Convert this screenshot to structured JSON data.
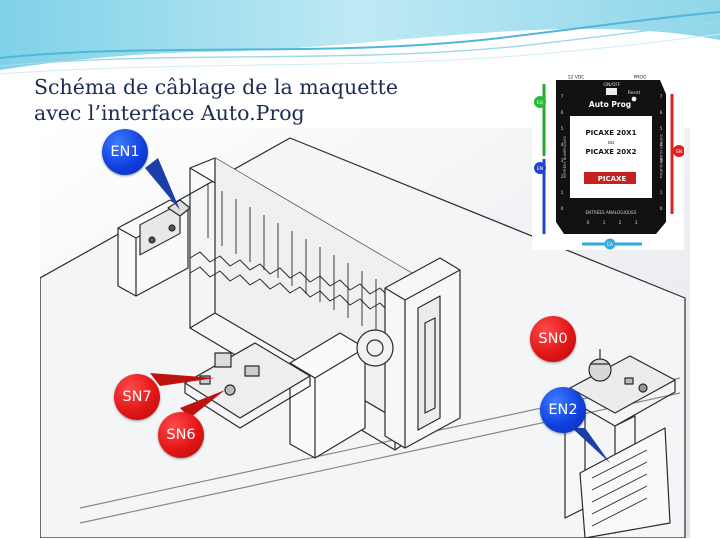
{
  "slide": {
    "title_line1": "Schéma de câblage de la maquette",
    "title_line2": "avec l’interface Auto.Prog"
  },
  "callouts": [
    {
      "id": "EN1",
      "label": "EN1",
      "color": "#1a4fe8"
    },
    {
      "id": "SN7",
      "label": "SN7",
      "color": "#e81414"
    },
    {
      "id": "SN6",
      "label": "SN6",
      "color": "#e81414"
    },
    {
      "id": "SN0",
      "label": "SN0",
      "color": "#e81414"
    },
    {
      "id": "EN2",
      "label": "EN2",
      "color": "#1a4fe8"
    }
  ],
  "board": {
    "top_label_left": "12 VDC",
    "top_label_mid": "ON/OFF",
    "top_label_right": "PROG",
    "reset_label": "Reset",
    "logo_text": "Auto Prog",
    "chip_line1": "PICAXE 20X1",
    "chip_line2": "ou",
    "chip_line3": "PICAXE 20X2",
    "brand": "PICAXE",
    "side_label_left": "ENTRÉES NUMÉRIQUES",
    "side_label_right": "SORTIES NUMÉRIQUES",
    "bottom_label": "ENTRÉES ANALOGIQUES",
    "bottom_pins": [
      "0",
      "1",
      "2",
      "3"
    ],
    "left_pins": [
      "7",
      "6",
      "5",
      "4",
      "3",
      "2",
      "1",
      "0"
    ],
    "right_pins": [
      "7",
      "6",
      "5",
      "4",
      "3",
      "2",
      "1",
      "0"
    ],
    "tag_top_left": "EQ",
    "tag_mid_left": "EN",
    "tag_right": "SN",
    "tag_bottom": "EA"
  }
}
